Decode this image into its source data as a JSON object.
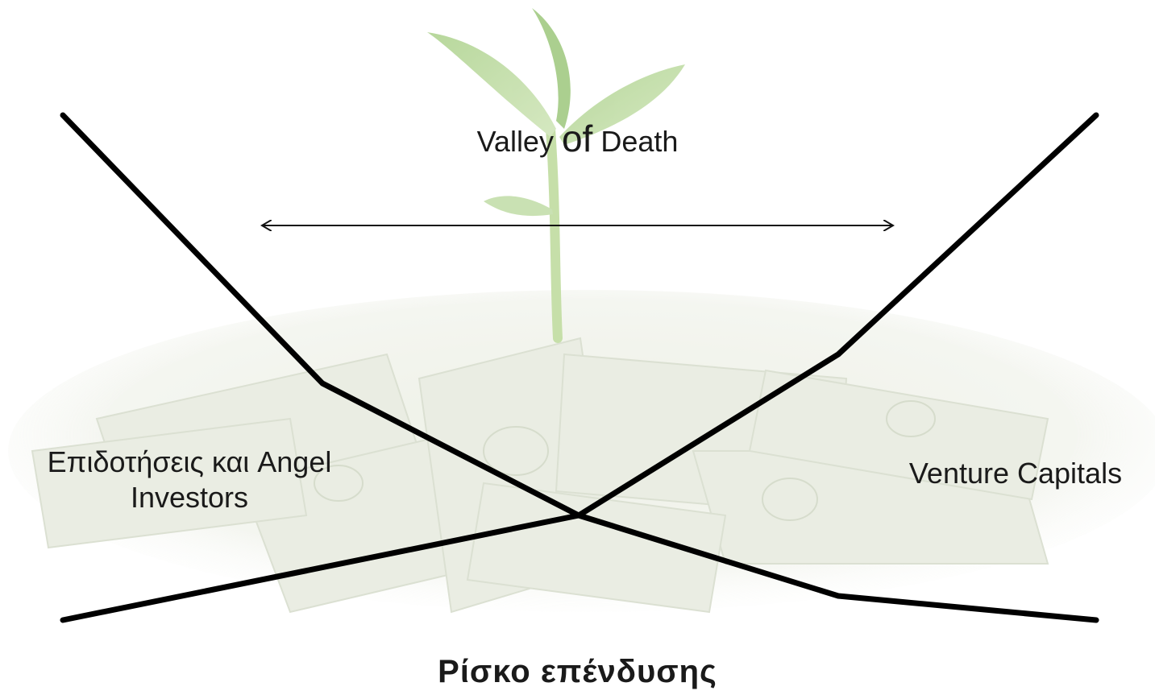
{
  "diagram": {
    "title_parts": [
      "Valley ",
      "of",
      " Death"
    ],
    "left_label": "Επιδοτήσεις και Angel Investors",
    "right_label": "Venture Capitals",
    "bottom_label": "Ρίσκο επένδυσης",
    "colors": {
      "line": "#000000",
      "arrow": "#111111",
      "plant_leaf": "#a6cf7f",
      "plant_stem": "#b6d98f",
      "money": "#e6eadd",
      "money_dark": "#d2d8c8"
    },
    "background_image": "plant-growing-from-money-pile"
  }
}
